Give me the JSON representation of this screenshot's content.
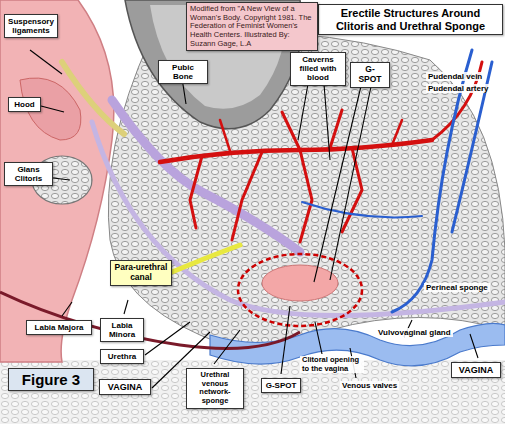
{
  "diagram": {
    "title": "Erectile Structures Around Clitoris and Urethral Sponge",
    "nodes": [
      {
        "text": [
          "Modified from \"A New View of a Woman's Body. Copyright 1981. The Federation of Feminist Women's Health Centers. Illustrated By: Suzann Gage, L.A"
        ]
      },
      {
        "text": [
          "Suspensory ligaments"
        ]
      },
      {
        "text": [
          "Pubic Bone"
        ]
      },
      {
        "text": [
          "Caverns filled with blood"
        ]
      },
      {
        "text": [
          "G-SPOT"
        ]
      },
      {
        "text": [
          "Hood"
        ]
      },
      {
        "text": [
          "Glans Clitoris"
        ]
      },
      {
        "text": [
          "Para-urethral canal"
        ]
      },
      {
        "text": [
          "Labia Majora"
        ]
      },
      {
        "text": [
          "Labia Minora"
        ]
      },
      {
        "text": [
          "Urethra"
        ]
      },
      {
        "text": [
          "Urethral venous network-sponge"
        ]
      },
      {
        "text": [
          "G-SPOT"
        ]
      },
      {
        "text": [
          "VAGINA"
        ]
      },
      {
        "text": [
          "VAGINA"
        ]
      },
      {
        "text": [
          "Figure 3"
        ]
      }
    ],
    "labels": [
      "Pudendal vein",
      "Pudendal artery",
      "Perineal sponge",
      "Vulvovaginal gland",
      "Clitoral opening to the vagina",
      "Venous valves"
    ]
  }
}
